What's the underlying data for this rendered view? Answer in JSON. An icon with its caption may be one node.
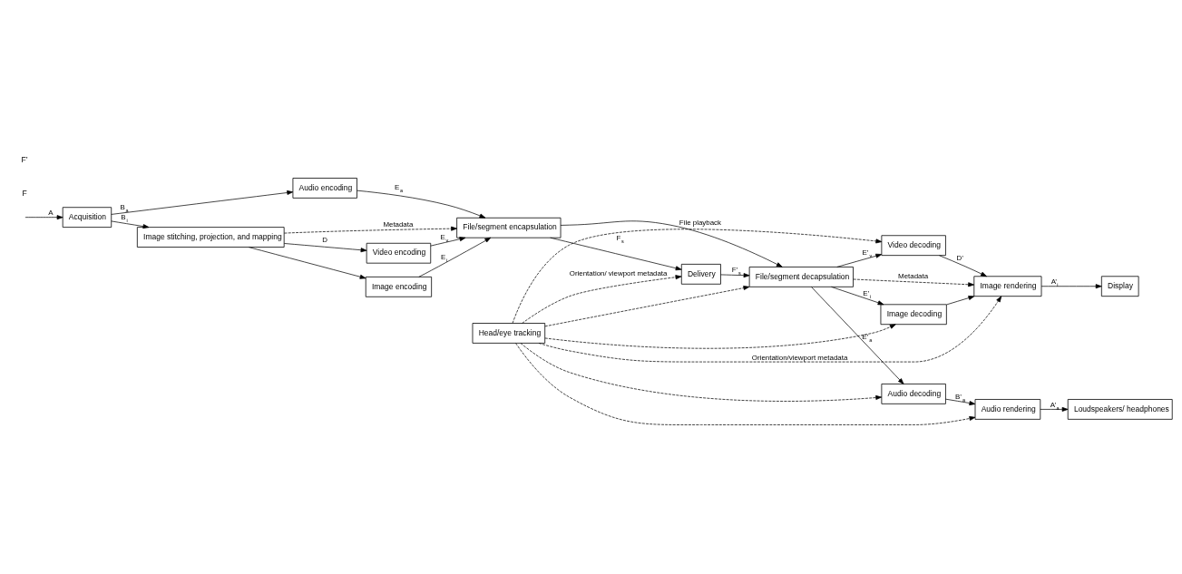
{
  "diagram": {
    "nodes": [
      {
        "text": [
          "Acquisition"
        ]
      },
      {
        "text": [
          "Audio encoding"
        ]
      },
      {
        "text": [
          "Image stitching, projection, and mapping"
        ]
      },
      {
        "text": [
          "Video encoding"
        ]
      },
      {
        "text": [
          "Image encoding"
        ]
      },
      {
        "text": [
          "File/segment encapsulation"
        ]
      },
      {
        "text": [
          "Delivery"
        ]
      },
      {
        "text": [
          "Loudspeakers/ headphones"
        ]
      },
      {
        "text": [
          "Audio rendering"
        ]
      },
      {
        "text": [
          "Audio decoding"
        ]
      },
      {
        "text": [
          "Video decoding"
        ]
      },
      {
        "text": [
          "File/segment decapsulation"
        ]
      },
      {
        "text": [
          "Display"
        ]
      },
      {
        "text": [
          "Image rendering"
        ]
      },
      {
        "text": [
          "Image decoding"
        ]
      },
      {
        "text": [
          "Head/eye tracking"
        ]
      }
    ],
    "edges": [
      {
        "from": null,
        "to": 0,
        "arrow": "to",
        "label": "A"
      },
      {
        "from": 0,
        "to": 1,
        "arrow": "to",
        "label": "B$_{a}$"
      },
      {
        "from": 0,
        "to": 2,
        "arrow": "to",
        "label": "B$_{i}$"
      },
      {
        "from": 2,
        "to": 3,
        "arrow": "to",
        "label": "D"
      },
      {
        "from": 2,
        "to": 4,
        "arrow": "to"
      },
      {
        "from": 1,
        "to": 5,
        "arrow": "to",
        "label": "E$_{a}$"
      },
      {
        "from": 3,
        "to": 5,
        "arrow": "to",
        "label": "E$_{v}$"
      },
      {
        "from": 4,
        "to": 5,
        "arrow": "to",
        "label": "E$_{i}$"
      },
      {
        "from": 2,
        "to": 5,
        "arrow": "to",
        "style": "dashed",
        "label": "Metadata"
      },
      {
        "from": 5,
        "to": 6,
        "arrow": "to",
        "label": "F$_{s}$"
      },
      {
        "from": 5,
        "to": 11,
        "arrow": "to",
        "label": "File playback"
      },
      {
        "from": 6,
        "to": 11,
        "arrow": "to",
        "label": "F’$_{s}$"
      },
      {
        "from": 11,
        "to": 9,
        "arrow": "to",
        "label": "E’$_{a}$"
      },
      {
        "from": 11,
        "to": 10,
        "arrow": "to",
        "label": "E’$_{v}$"
      },
      {
        "from": 11,
        "to": 14,
        "arrow": "to",
        "label": "E’$_{i}$"
      },
      {
        "from": 9,
        "to": 8,
        "arrow": "to",
        "label": "B’$_{a}$"
      },
      {
        "from": 8,
        "to": 7,
        "arrow": "to",
        "label": "A’$_{a}$"
      },
      {
        "from": 10,
        "to": 13,
        "arrow": "to",
        "label": "D’"
      },
      {
        "from": 14,
        "to": 13,
        "arrow": "to"
      },
      {
        "from": 13,
        "to": 12,
        "arrow": "to",
        "label": "A’$_{i}$"
      },
      {
        "from": 11,
        "to": 13,
        "arrow": "to",
        "style": "dashed",
        "label": "Metadata"
      },
      {
        "from": 15,
        "to": 11,
        "arrow": "to",
        "style": "dashed"
      },
      {
        "from": 15,
        "to": 10,
        "arrow": "to",
        "style": "dashed"
      },
      {
        "from": 15,
        "to": 14,
        "arrow": "to",
        "style": "dashed"
      },
      {
        "from": 15,
        "to": 13,
        "arrow": "to",
        "style": "dashed",
        "label": "Orientation/viewport metadata"
      },
      {
        "from": 15,
        "to": 8,
        "arrow": "to",
        "style": "dashed"
      },
      {
        "from": 15,
        "to": 9,
        "arrow": "to",
        "style": "dashed"
      },
      {
        "from": 15,
        "to": 6,
        "arrow": "to",
        "style": "dashed",
        "label": "Orientation/ viewport metadata"
      }
    ],
    "labels": [
      "F",
      "F’"
    ]
  }
}
